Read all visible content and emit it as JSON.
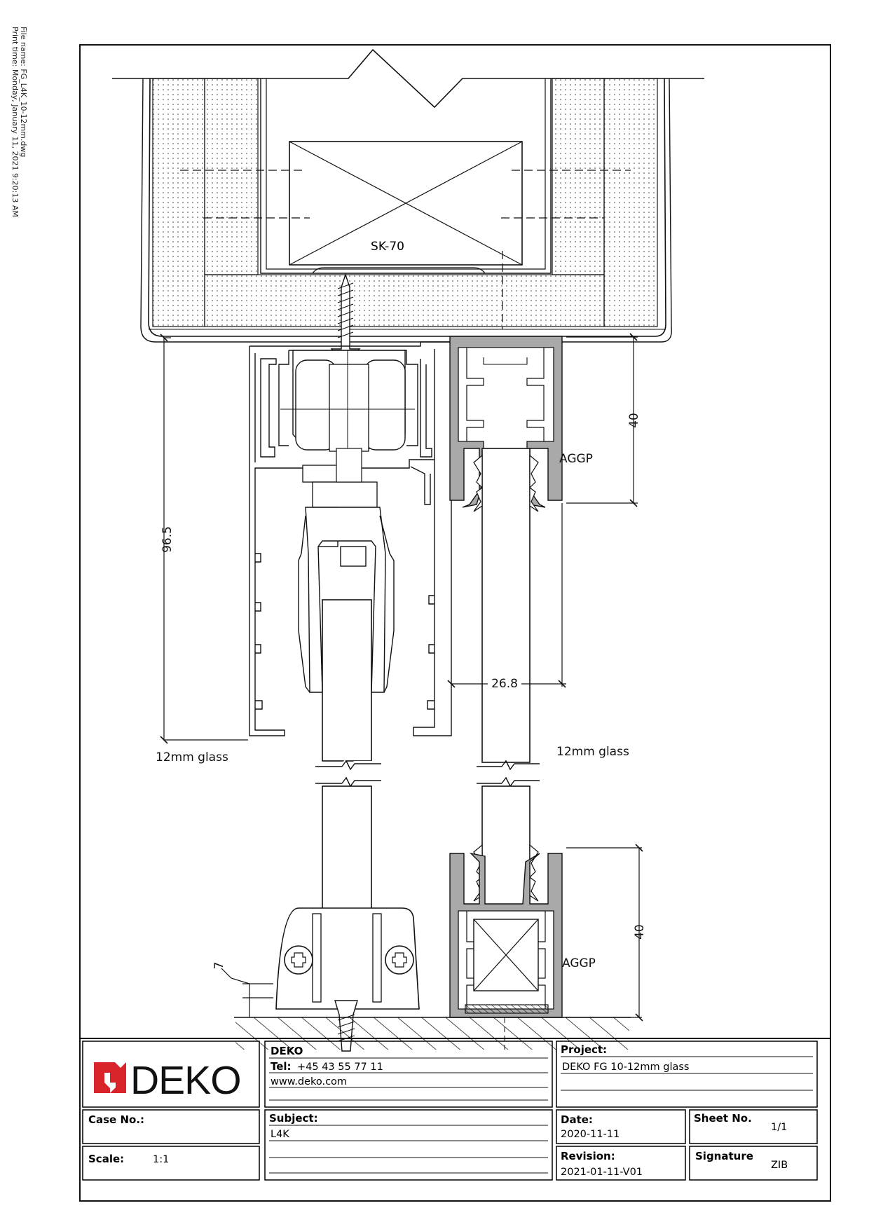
{
  "print_info": {
    "print_time": "Print time: Monday, January 11, 2021 9:20:13 AM",
    "file_name": "File name: FG_L4K_10-12mm.dwg"
  },
  "drawing": {
    "sk70_label": "SK-70",
    "dim_top_right": "40",
    "dim_left": "96.5",
    "dim_gap": "26.8",
    "dim_bottom_right": "40",
    "dim_floor": "7",
    "aggp_top": "AGGP",
    "aggp_bottom": "AGGP",
    "glass_left": "12mm glass",
    "glass_right": "12mm glass"
  },
  "title_block": {
    "logo_text": "DEKO",
    "company": "DEKO",
    "tel_label": "Tel:",
    "tel_value": "+45 43 55 77 11",
    "website": "www.deko.com",
    "project_label": "Project:",
    "project_value": "DEKO FG 10-12mm glass",
    "case_label": "Case No.:",
    "case_value": "",
    "subject_label": "Subject:",
    "subject_value": "L4K",
    "date_label": "Date:",
    "date_value": "2020-11-11",
    "sheet_label": "Sheet No.",
    "sheet_value": "1/1",
    "scale_label": "Scale:",
    "scale_value": "1:1",
    "revision_label": "Revision:",
    "revision_value": "2021-01-11-V01",
    "signature_label": "Signature",
    "signature_value": "ZIB"
  },
  "colors": {
    "line": "#111111",
    "profile_fill": "#a9a9a9",
    "logo_red": "#d8232a"
  }
}
